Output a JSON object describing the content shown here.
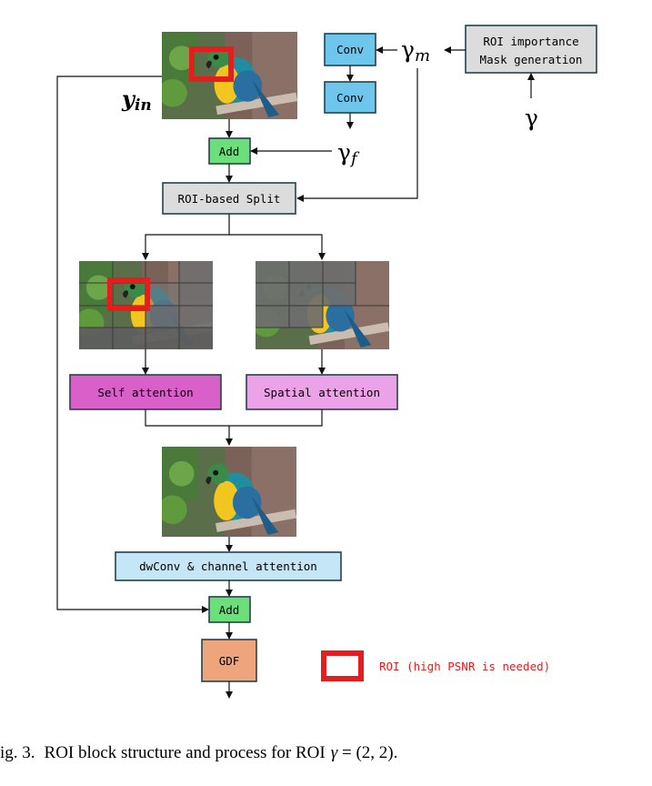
{
  "diagram": {
    "blocks": {
      "conv1": "Conv",
      "conv2": "Conv",
      "roi_mask": [
        "ROI importance",
        "Mask generation"
      ],
      "add_top": "Add",
      "roi_split": "ROI-based Split",
      "self_attention": "Self attention",
      "spatial_attention": "Spatial attention",
      "dwconv": "dwConv & channel attention",
      "add_bottom": "Add",
      "gdf": "GDF"
    },
    "symbols": {
      "y_in_base": "y",
      "y_in_sub": "in",
      "gamma_m_base": "γ",
      "gamma_m_sub": "m",
      "gamma_f_base": "γ",
      "gamma_f_sub": "f",
      "gamma": "γ"
    },
    "legend": {
      "label": "ROI (high PSNR is needed)",
      "color": "#e41e1e"
    },
    "colors": {
      "conv": "#6ec6ec",
      "add": "#6be07a",
      "split": "#dcdcdc",
      "mask": "#dcdcdc",
      "self_attention": "#d860c8",
      "spatial_attention": "#eba2e6",
      "dwconv": "#c4e6f6",
      "gdf": "#efa57c",
      "border": "#24424a",
      "roi": "#e41e1e"
    }
  },
  "caption": {
    "prefix": "ig. 3.",
    "text": "ROI block structure and process for ROI",
    "math_var": "γ",
    "math_value": " = (2, 2)."
  }
}
